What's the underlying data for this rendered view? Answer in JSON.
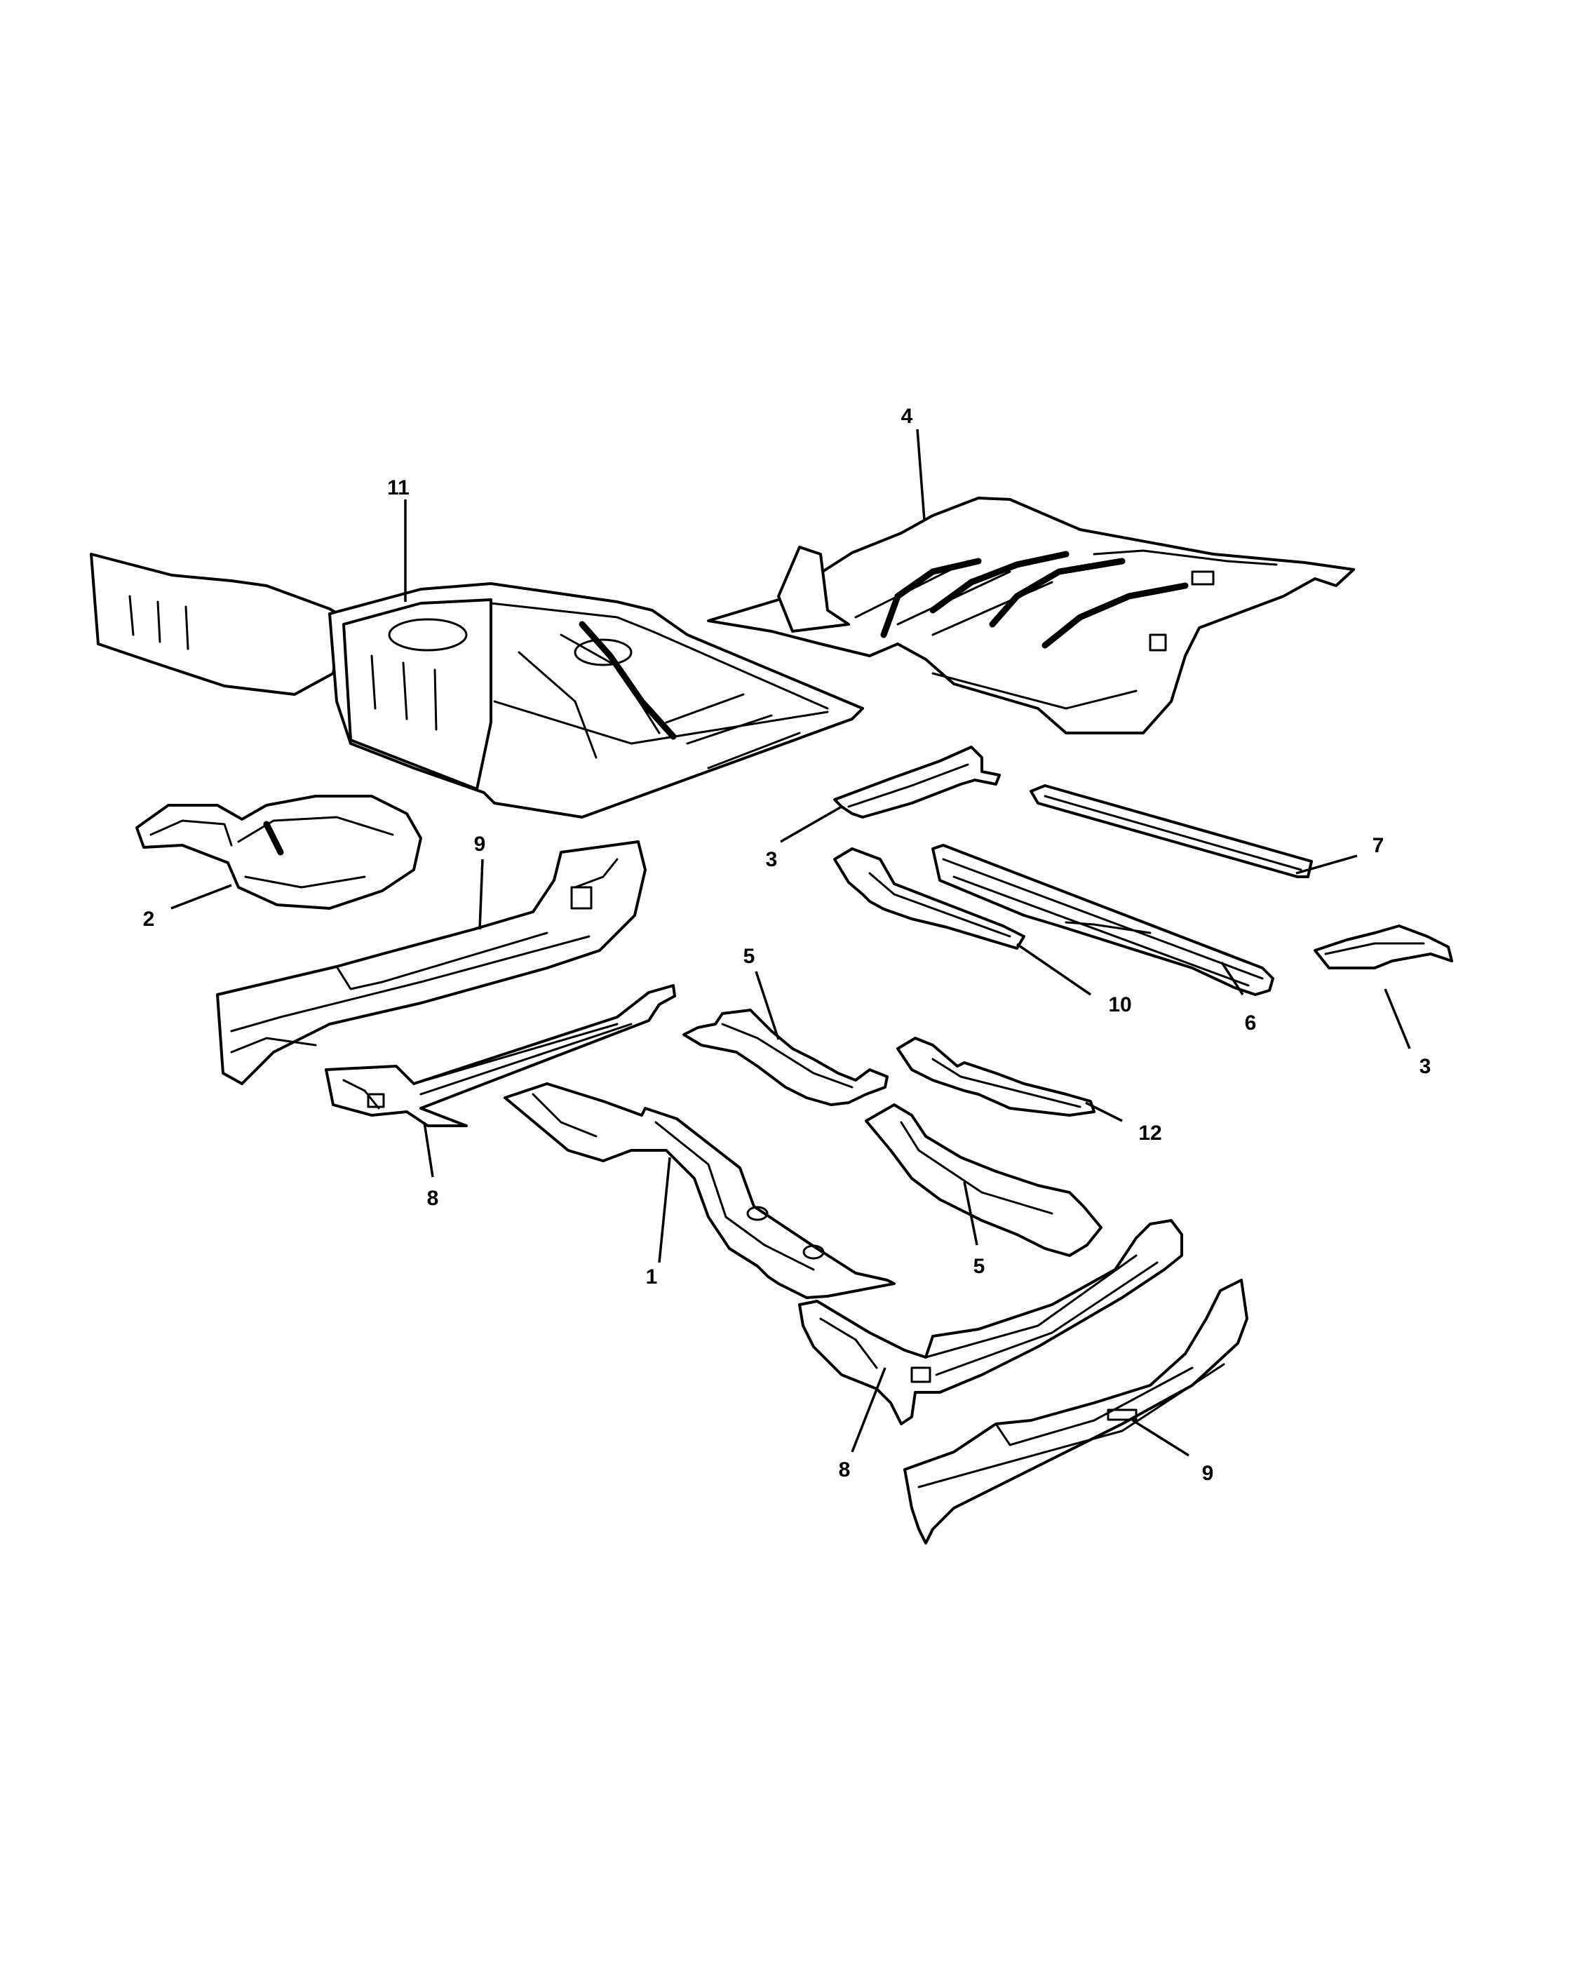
{
  "callouts": [
    {
      "id": "c-11",
      "text": "11"
    },
    {
      "id": "c-4",
      "text": "4"
    },
    {
      "id": "c-2",
      "text": "2"
    },
    {
      "id": "c-9a",
      "text": "9"
    },
    {
      "id": "c-3a",
      "text": "3"
    },
    {
      "id": "c-7",
      "text": "7"
    },
    {
      "id": "c-5a",
      "text": "5"
    },
    {
      "id": "c-10",
      "text": "10"
    },
    {
      "id": "c-6",
      "text": "6"
    },
    {
      "id": "c-3b",
      "text": "3"
    },
    {
      "id": "c-12",
      "text": "12"
    },
    {
      "id": "c-8a",
      "text": "8"
    },
    {
      "id": "c-1",
      "text": "1"
    },
    {
      "id": "c-5b",
      "text": "5"
    },
    {
      "id": "c-8b",
      "text": "8"
    },
    {
      "id": "c-9b",
      "text": "9"
    }
  ]
}
